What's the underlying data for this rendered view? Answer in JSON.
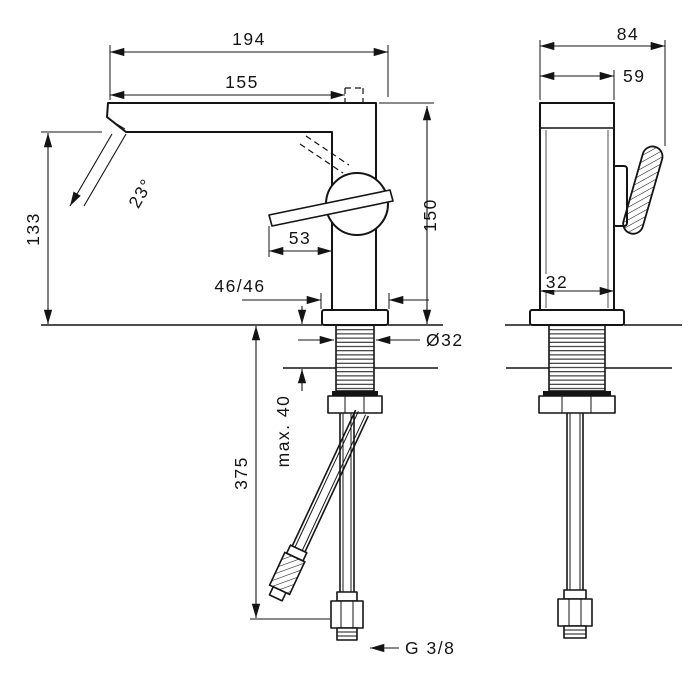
{
  "drawing": {
    "left_view": {
      "dim_total_projection": "194",
      "dim_spout_reach": "155",
      "dim_outlet_height": "133",
      "dim_spray_angle": "23°",
      "dim_handle_length": "53",
      "dim_total_height": "150",
      "dim_base_clearance": "46/46",
      "dim_shank_diameter": "Ø32",
      "dim_max_deck_thickness": "max. 40",
      "dim_hose_length": "375",
      "dim_connection_thread": "G 3/8"
    },
    "right_view": {
      "dim_total_depth": "84",
      "dim_body_depth": "59",
      "dim_body_width": "32"
    }
  }
}
